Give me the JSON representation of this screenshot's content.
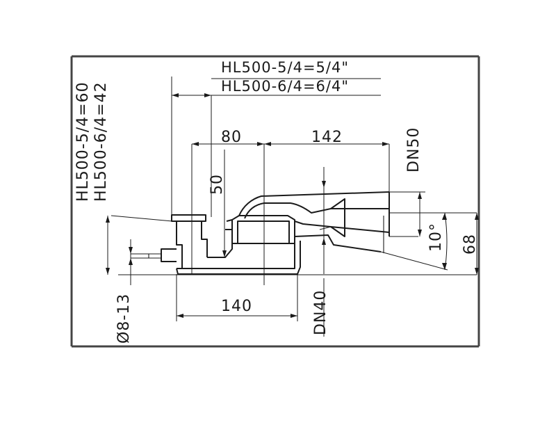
{
  "drawing": {
    "labels": {
      "model_54_length": "HL500-5/4=5/4\"",
      "model_64_length": "HL500-6/4=6/4\"",
      "model_54_height": "HL500-5/4=60",
      "model_64_height": "HL500-6/4=42",
      "dim_80": "80",
      "dim_142": "142",
      "dim_50": "50",
      "dim_140": "140",
      "dn50": "DN50",
      "dn40": "DN40",
      "angle_10": "10°",
      "dim_68": "68",
      "dim_8_13": "Ø8-13"
    }
  }
}
